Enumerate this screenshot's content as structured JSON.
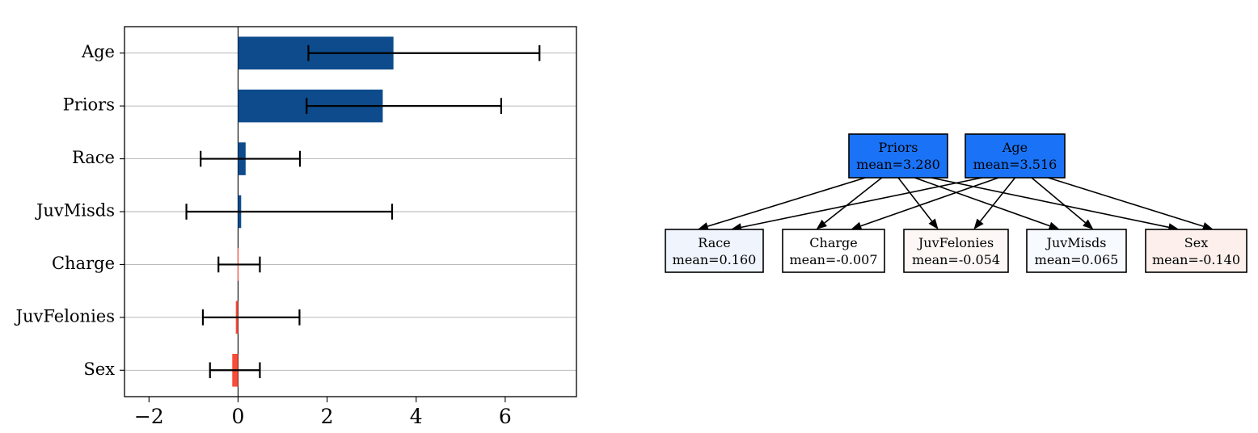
{
  "chart_data": [
    {
      "type": "bar",
      "orientation": "horizontal",
      "title": "",
      "xlabel": "",
      "ylabel": "",
      "categories": [
        "Age",
        "Priors",
        "Race",
        "JuvMisds",
        "Charge",
        "JuvFelonies",
        "Sex"
      ],
      "values": [
        3.49,
        3.25,
        0.17,
        0.07,
        -0.01,
        -0.05,
        -0.13
      ],
      "error_low": [
        1.58,
        1.54,
        -0.84,
        -1.16,
        -0.44,
        -0.79,
        -0.63
      ],
      "error_high": [
        6.77,
        5.91,
        1.39,
        3.46,
        0.49,
        1.38,
        0.49
      ],
      "bar_colors": [
        "#0d4b8c",
        "#0d4b8c",
        "#0d4b8c",
        "#0d4b8c",
        "#f94c3a",
        "#f94c3a",
        "#f94c3a"
      ],
      "xlim": [
        -2.55,
        7.6
      ],
      "xticks": [
        -2,
        0,
        2,
        4,
        6
      ],
      "xticklabels": [
        "−2",
        "0",
        "2",
        "4",
        "6"
      ],
      "grid": true,
      "grid_axis": "y",
      "legend": "none"
    },
    {
      "type": "diagram",
      "kind": "directed-graph",
      "nodes": [
        {
          "id": "priors",
          "label": "Priors",
          "value_label": "mean=3.280",
          "value": 3.28,
          "fill": "#1a73f7",
          "row": "top"
        },
        {
          "id": "age",
          "label": "Age",
          "value_label": "mean=3.516",
          "value": 3.516,
          "fill": "#1a73f7",
          "row": "top"
        },
        {
          "id": "race",
          "label": "Race",
          "value_label": "mean=0.160",
          "value": 0.16,
          "fill": "#eff4fd",
          "row": "bottom"
        },
        {
          "id": "charge",
          "label": "Charge",
          "value_label": "mean=-0.007",
          "value": -0.007,
          "fill": "#ffffff",
          "row": "bottom"
        },
        {
          "id": "juvfelonies",
          "label": "JuvFelonies",
          "value_label": "mean=-0.054",
          "value": -0.054,
          "fill": "#fdf8f6",
          "row": "bottom"
        },
        {
          "id": "juvmisds",
          "label": "JuvMisds",
          "value_label": "mean=0.065",
          "value": 0.065,
          "fill": "#f7fafe",
          "row": "bottom"
        },
        {
          "id": "sex",
          "label": "Sex",
          "value_label": "mean=-0.140",
          "value": -0.14,
          "fill": "#fdf0ec",
          "row": "bottom"
        }
      ],
      "edges": [
        {
          "from": "priors",
          "to": "race"
        },
        {
          "from": "priors",
          "to": "charge"
        },
        {
          "from": "priors",
          "to": "juvfelonies"
        },
        {
          "from": "priors",
          "to": "juvmisds"
        },
        {
          "from": "priors",
          "to": "sex"
        },
        {
          "from": "age",
          "to": "race"
        },
        {
          "from": "age",
          "to": "charge"
        },
        {
          "from": "age",
          "to": "juvfelonies"
        },
        {
          "from": "age",
          "to": "juvmisds"
        },
        {
          "from": "age",
          "to": "sex"
        }
      ]
    }
  ],
  "colors": {
    "bar_positive": "#0d4b8c",
    "bar_negative": "#f94c3a",
    "node_source": "#1a73f7",
    "node_border": "#000000",
    "grid": "#b0b0b0",
    "axis": "#000000",
    "background": "#ffffff"
  }
}
